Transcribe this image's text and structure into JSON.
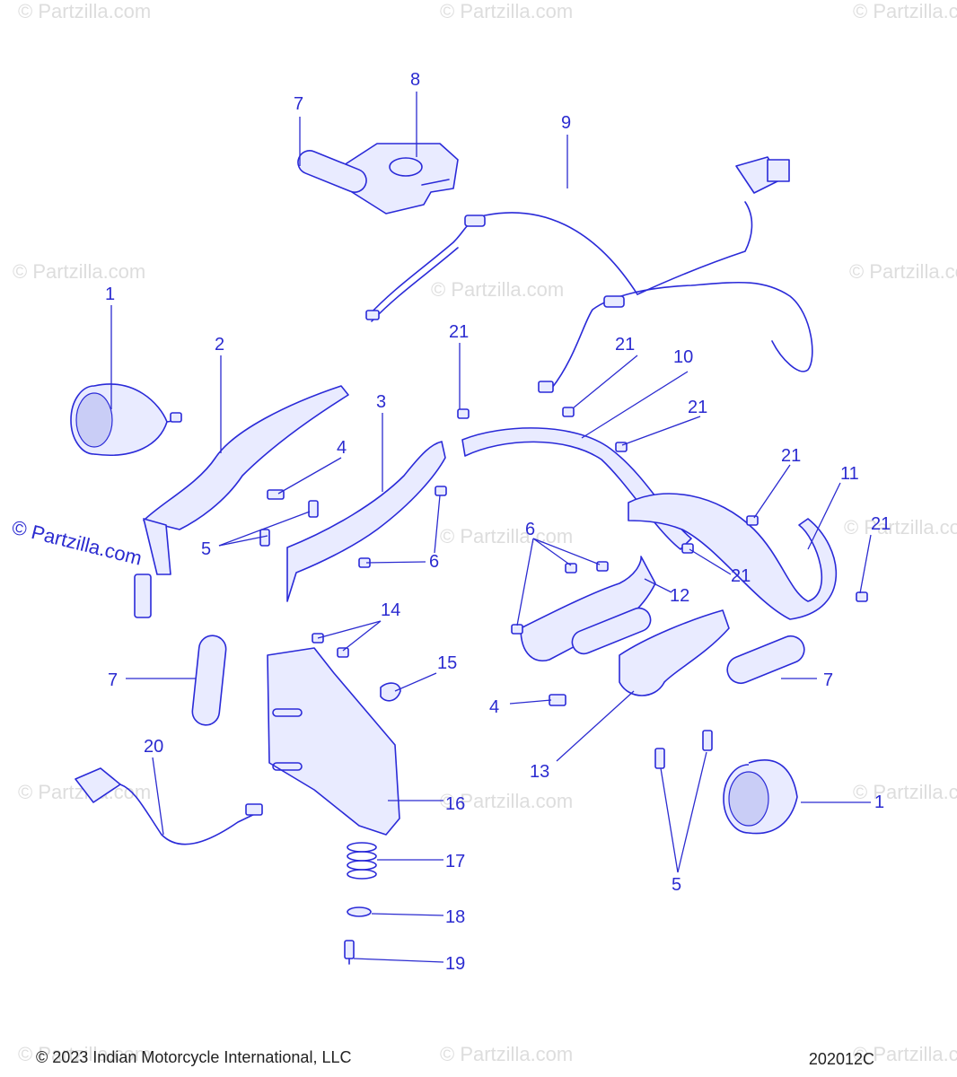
{
  "watermark": "© Partzilla.com",
  "callouts": [
    "1",
    "2",
    "3",
    "4",
    "5",
    "6",
    "7",
    "8",
    "9",
    "10",
    "11",
    "12",
    "13",
    "14",
    "15",
    "16",
    "17",
    "18",
    "19",
    "20",
    "21"
  ],
  "footer": {
    "copyright": "© 2023 Indian Motorcycle International, LLC",
    "diagram_code": "202012C"
  },
  "colors": {
    "line": "#2a2ad8",
    "label": "#2b2bd0",
    "watermark": "#c8c8c8"
  }
}
